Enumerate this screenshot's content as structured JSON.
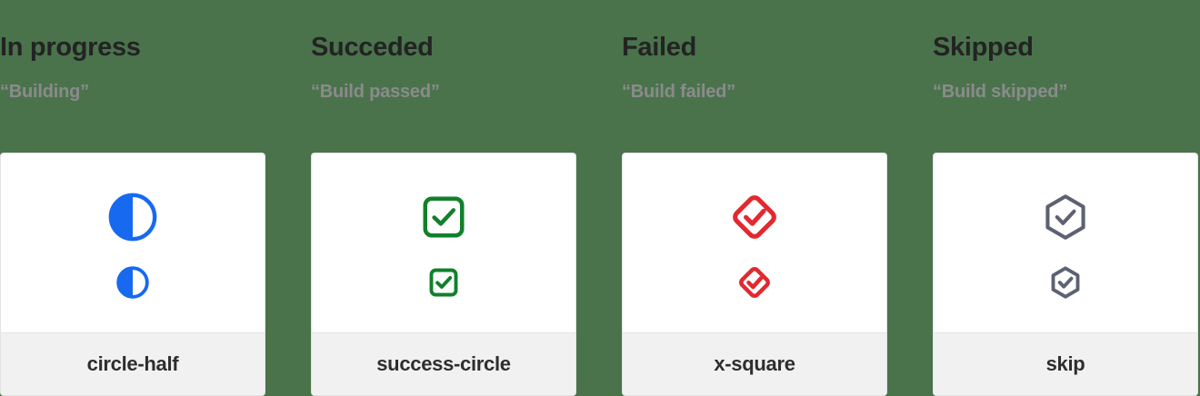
{
  "page": {
    "background_color": "#4a734c",
    "card_background": "#ffffff",
    "card_footer_background": "#f1f1f1",
    "card_border_color": "#e3e3e3",
    "title_color": "#232323",
    "subtitle_color": "#8b8b8b",
    "footer_label_color": "#2e2e2e"
  },
  "columns": [
    {
      "title": "In progress",
      "subtitle": "“Building”",
      "icon_name": "circle-half-icon",
      "icon_label": "circle-half",
      "icon_color": "#1769f0",
      "big_size": "58",
      "small_size": "38"
    },
    {
      "title": "Succeded",
      "subtitle": "“Build passed”",
      "icon_name": "success-circle-icon",
      "icon_label": "success-circle",
      "icon_color": "#11802b",
      "big_size": "58",
      "small_size": "38"
    },
    {
      "title": "Failed",
      "subtitle": "“Build failed”",
      "icon_name": "x-square-icon",
      "icon_label": "x-square",
      "icon_color": "#e2292f",
      "big_size": "58",
      "small_size": "38"
    },
    {
      "title": "Skipped",
      "subtitle": "“Build skipped”",
      "icon_name": "skip-icon",
      "icon_label": "skip",
      "icon_color": "#5c6272",
      "big_size": "58",
      "small_size": "38"
    }
  ]
}
